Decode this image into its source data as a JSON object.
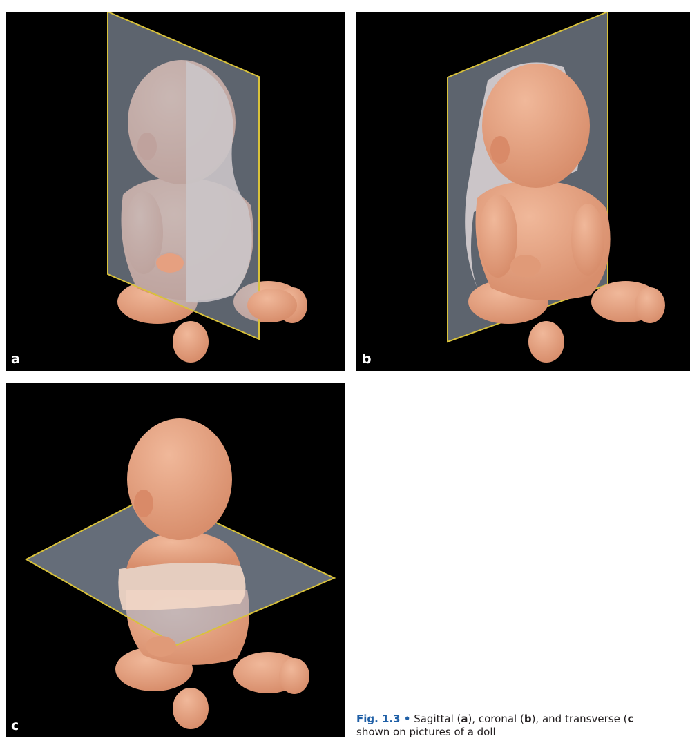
{
  "panels": [
    {
      "id": "a",
      "label": "a",
      "plane": "sagittal"
    },
    {
      "id": "b",
      "label": "b",
      "plane": "coronal"
    },
    {
      "id": "c",
      "label": "c",
      "plane": "transverse"
    }
  ],
  "caption": {
    "fig_label": "Fig. 1.3 •",
    "text_1": " Sagittal (",
    "bold_a": "a",
    "text_2": "), coronal (",
    "bold_b": "b",
    "text_3": "), and transverse (",
    "bold_c": "c",
    "text_4": "",
    "line_2": "shown on pictures of a doll"
  },
  "colors": {
    "panel_background": "#000000",
    "skin": "#e8a586",
    "skin_pale": "#f2d3c2",
    "plane_fill": "#a9b6c9",
    "plane_border": "#d9c23a",
    "figure_label": "#1f5fa6"
  }
}
